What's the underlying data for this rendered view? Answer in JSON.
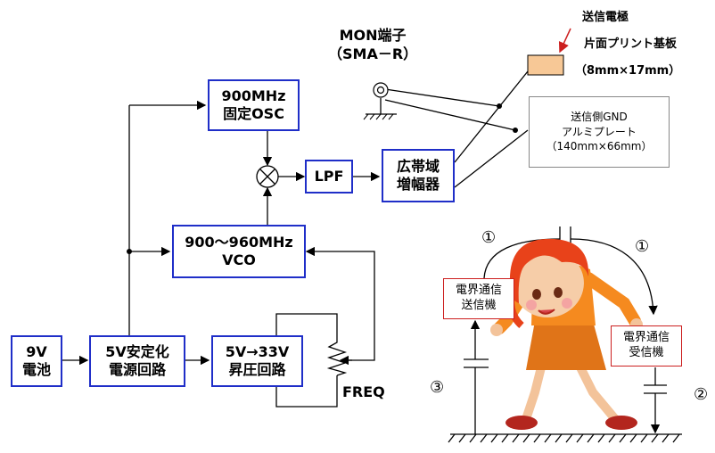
{
  "blocks": {
    "osc": {
      "line1": "900MHz",
      "line2": "固定OSC"
    },
    "lpf": {
      "label": "LPF"
    },
    "amp": {
      "line1": "広帯域",
      "line2": "増幅器"
    },
    "vco": {
      "line1": "900〜960MHz",
      "line2": "VCO"
    },
    "battery": {
      "line1": "9V",
      "line2": "電池"
    },
    "regulator": {
      "line1": "5V安定化",
      "line2": "電源回路"
    },
    "booster": {
      "line1": "5V→33V",
      "line2": "昇圧回路"
    }
  },
  "labels": {
    "freq": "FREQ",
    "mon_line1": "MON端子",
    "mon_line2": "（SMA－R）",
    "electrode_title": "送信電極",
    "electrode_desc": "片面プリント基板",
    "electrode_size": "（8mm×17mm）",
    "gnd_line1": "送信側GND",
    "gnd_line2": "アルミプレート",
    "gnd_line3": "（140mm×66mm）"
  },
  "illustration": {
    "tx_line1": "電界通信",
    "tx_line2": "送信機",
    "rx_line1": "電界通信",
    "rx_line2": "受信機",
    "path_1a": "①",
    "path_1b": "①",
    "path_2": "②",
    "path_3": "③"
  },
  "colors": {
    "block_border": "#1f2ec8",
    "illustration_border": "#cc1f1f",
    "electrode_fill": "#f7c896",
    "arrow_red": "#cc1f1f",
    "dress": "#f58a1f",
    "hair": "#e8421a"
  }
}
